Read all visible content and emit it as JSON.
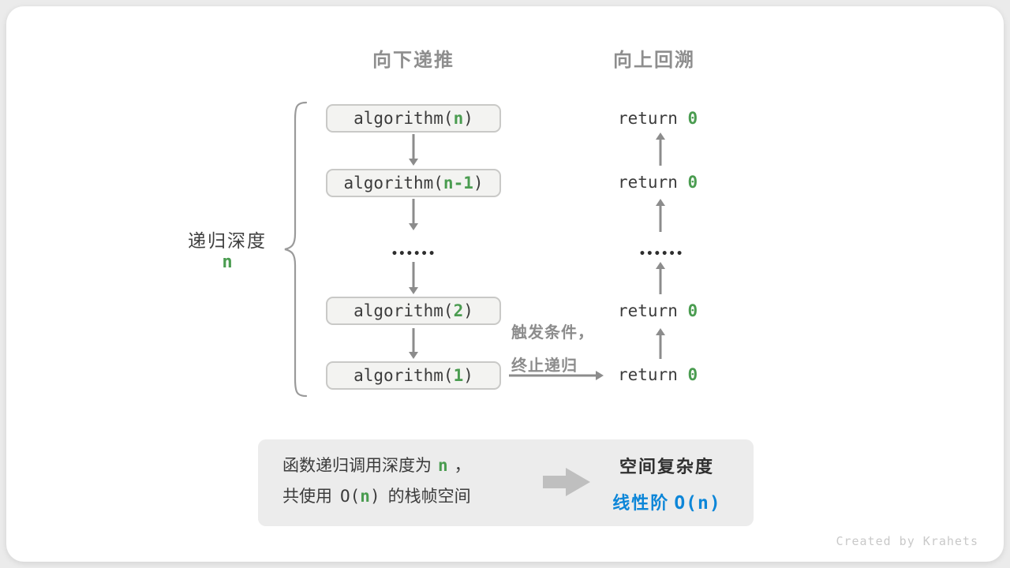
{
  "colors": {
    "green": "#4a9c50",
    "blue": "#0d86d8",
    "arrow_gray": "#8c8c8c",
    "header_gray": "#8e8e8e",
    "dark_text": "#3c3c3c",
    "box_bg": "#f3f3f1",
    "box_border": "#c9c9c7",
    "panel_bg": "#ececec",
    "page_bg": "#ebebeb",
    "card_bg": "#ffffff",
    "watermark_gray": "#c9c9c9",
    "big_arrow_gray": "#bfbfbf"
  },
  "headers": {
    "downward": "向下递推",
    "upward": "向上回溯"
  },
  "depth": {
    "label": "递归深度",
    "value": "n"
  },
  "stack": [
    {
      "pre": "algorithm(",
      "arg": "n",
      "post": ")"
    },
    {
      "pre": "algorithm(",
      "arg": "n-1",
      "post": ")"
    },
    {
      "pre": "algorithm(",
      "arg": "2",
      "post": ")"
    },
    {
      "pre": "algorithm(",
      "arg": "1",
      "post": ")"
    }
  ],
  "returns": [
    {
      "pre": "return ",
      "val": "0"
    },
    {
      "pre": "return ",
      "val": "0"
    },
    {
      "pre": "return ",
      "val": "0"
    },
    {
      "pre": "return ",
      "val": "0"
    }
  ],
  "ellipsis": "••••••",
  "trigger": {
    "line1": "触发条件，",
    "line2": "终止递归"
  },
  "summary": {
    "line1_pre": "函数递归调用深度为",
    "line1_var": "n",
    "line1_post": "，",
    "line2_pre": "共使用",
    "line2_code_open": "O(",
    "line2_var": "n",
    "line2_code_close": ")",
    "line2_post": "的栈帧空间"
  },
  "result": {
    "title": "空间复杂度",
    "grade": "线性阶",
    "notation": "O(n)"
  },
  "watermark": "Created by Krahets"
}
